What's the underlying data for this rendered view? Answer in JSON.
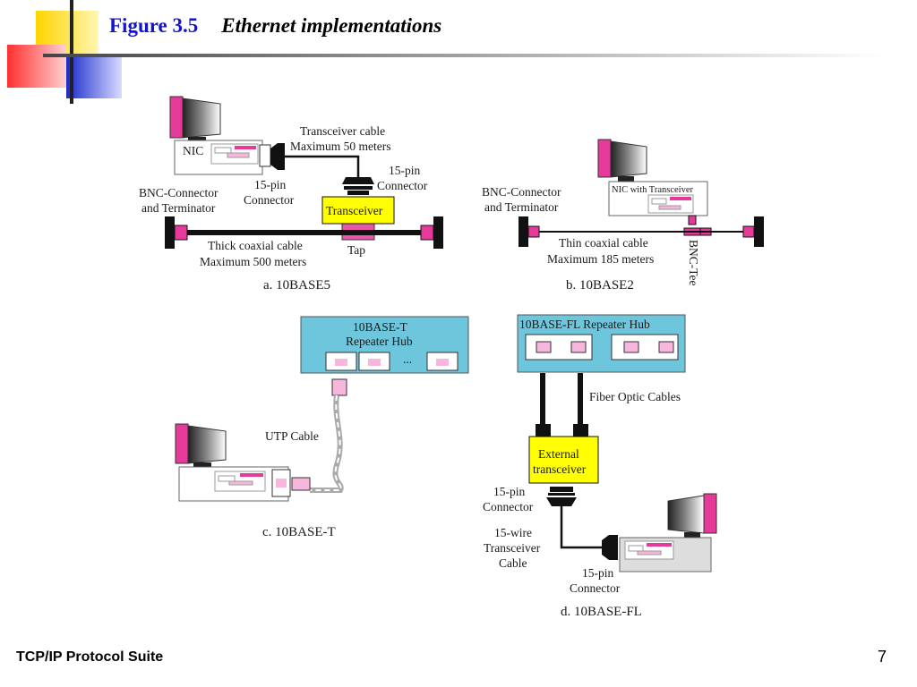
{
  "slide": {
    "figure_label": "Figure 3.5",
    "title": "Ethernet implementations",
    "footer": "TCP/IP Protocol Suite",
    "page_number": "7"
  },
  "colors": {
    "accent_yellow": "#ffd400",
    "accent_red": "#ff3b3b",
    "accent_blue": "#2233cc",
    "hub_blue": "#6ec6dd",
    "transceiver_yellow": "#ffff00",
    "connector_pink": "#e63a9a"
  },
  "diagram_a": {
    "nic_label": "NIC",
    "transceiver_cable_line1": "Transceiver cable",
    "transceiver_cable_line2": "Maximum 50 meters",
    "pin_connector_right_line1": "15-pin",
    "pin_connector_right_line2": "Connector",
    "pin_connector_left_line1": "15-pin",
    "pin_connector_left_line2": "Connector",
    "bnc_line1": "BNC-Connector",
    "bnc_line2": "and Terminator",
    "transceiver_label": "Transceiver",
    "cable_line1": "Thick coaxial cable",
    "cable_line2": "Maximum 500 meters",
    "tap_label": "Tap",
    "caption": "a. 10BASE5"
  },
  "diagram_b": {
    "bnc_line1": "BNC-Connector",
    "bnc_line2": "and Terminator",
    "nic_label": "NIC with Transceiver",
    "cable_line1": "Thin coaxial cable",
    "cable_line2": "Maximum  185 meters",
    "tee_label": "BNC-Tee",
    "caption": "b. 10BASE2"
  },
  "diagram_c": {
    "hub_line1": "10BASE-T",
    "hub_line2": "Repeater Hub",
    "ellipsis": "...",
    "utp_label": "UTP Cable",
    "caption": "c. 10BASE-T"
  },
  "diagram_d": {
    "hub_label": "10BASE-FL  Repeater Hub",
    "fiber_label": "Fiber Optic Cables",
    "ext_line1": "External",
    "ext_line2": "transceiver",
    "pin_top_line1": "15-pin",
    "pin_top_line2": "Connector",
    "wire_line1": "15-wire",
    "wire_line2": "Transceiver",
    "wire_line3": "Cable",
    "pin_bottom_line1": "15-pin",
    "pin_bottom_line2": "Connector",
    "caption": "d. 10BASE-FL"
  }
}
